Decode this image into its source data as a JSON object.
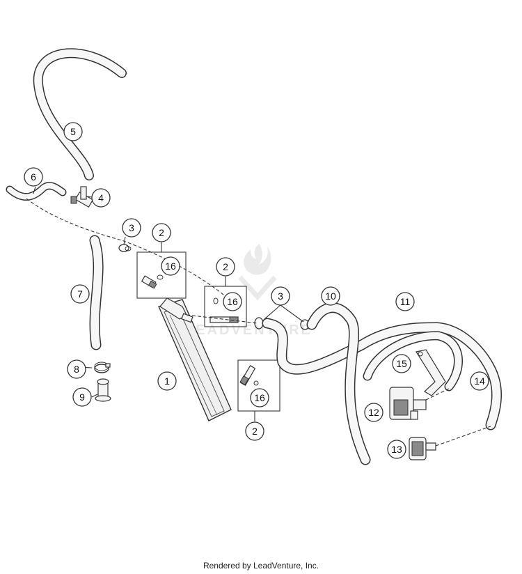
{
  "callouts": [
    {
      "id": "c1",
      "label": "1"
    },
    {
      "id": "c2a",
      "label": "2"
    },
    {
      "id": "c2b",
      "label": "2"
    },
    {
      "id": "c2c",
      "label": "2"
    },
    {
      "id": "c3a",
      "label": "3"
    },
    {
      "id": "c3b",
      "label": "3"
    },
    {
      "id": "c4",
      "label": "4"
    },
    {
      "id": "c5",
      "label": "5"
    },
    {
      "id": "c6",
      "label": "6"
    },
    {
      "id": "c7",
      "label": "7"
    },
    {
      "id": "c8",
      "label": "8"
    },
    {
      "id": "c9",
      "label": "9"
    },
    {
      "id": "c10",
      "label": "10"
    },
    {
      "id": "c11",
      "label": "11"
    },
    {
      "id": "c12",
      "label": "12"
    },
    {
      "id": "c13",
      "label": "13"
    },
    {
      "id": "c14",
      "label": "14"
    },
    {
      "id": "c15",
      "label": "15"
    },
    {
      "id": "c16a",
      "label": "16"
    },
    {
      "id": "c16b",
      "label": "16"
    },
    {
      "id": "c16c",
      "label": "16"
    }
  ],
  "watermark": {
    "text": "LEADVENTURE"
  },
  "footer": {
    "text": "Rendered by LeadVenture, Inc."
  }
}
